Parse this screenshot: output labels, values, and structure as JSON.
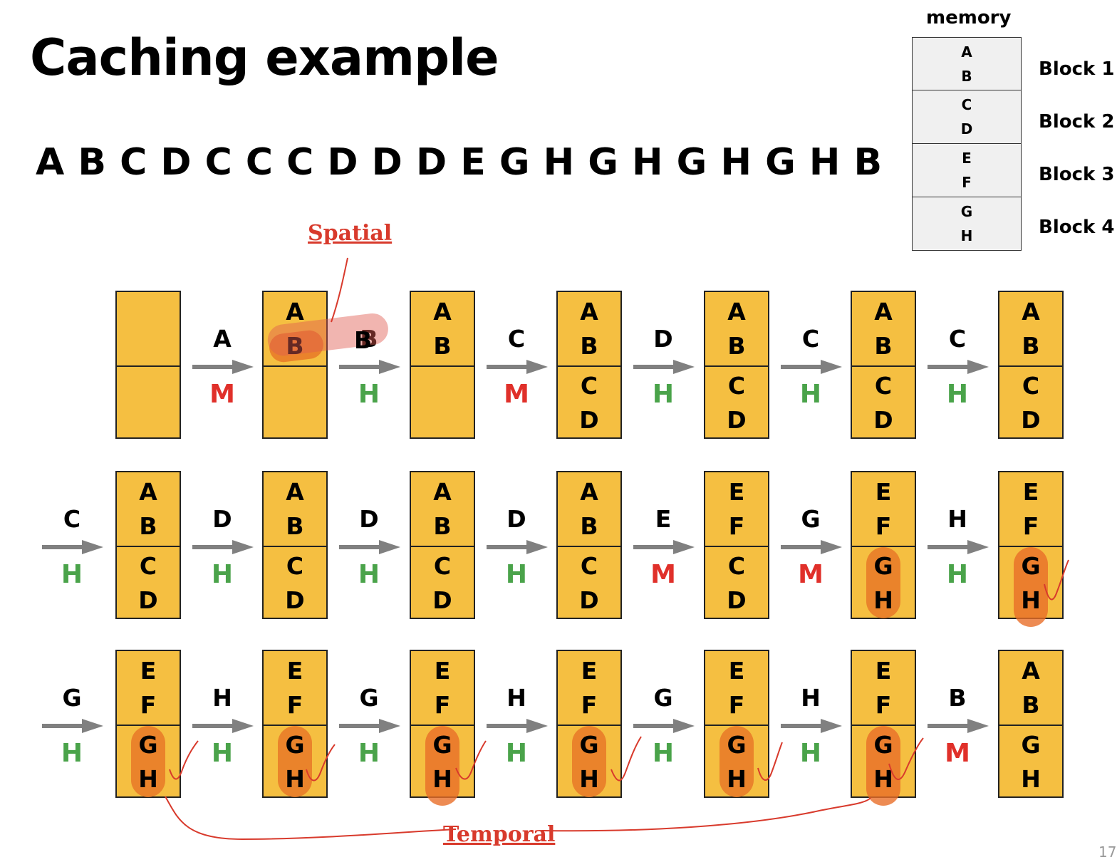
{
  "title": "Caching example",
  "sequence": "A B C D C C C D D D E G H G H G H G H B",
  "memory": {
    "label": "memory",
    "cells": [
      [
        "A",
        "B"
      ],
      [
        "C",
        "D"
      ],
      [
        "E",
        "F"
      ],
      [
        "G",
        "H"
      ]
    ],
    "blocks": [
      "Block 1",
      "Block 2",
      "Block 3",
      "Block 4"
    ]
  },
  "annotations": {
    "spatial": "Spatial",
    "temporal": "Temporal"
  },
  "colors": {
    "cache": "#f5bf41",
    "miss": "#e0302a",
    "hit": "#4aa34a",
    "highlight": "#e8782a",
    "annotation": "#d83a2c",
    "arrow": "#808080"
  },
  "page_number": "17",
  "rows": [
    {
      "caches": [
        [
          "",
          "",
          "",
          ""
        ],
        [
          "A",
          "B",
          "",
          ""
        ],
        [
          "A",
          "B",
          "",
          ""
        ],
        [
          "A",
          "B",
          "C",
          "D"
        ],
        [
          "A",
          "B",
          "C",
          "D"
        ],
        [
          "A",
          "B",
          "C",
          "D"
        ],
        [
          "A",
          "B",
          "C",
          "D"
        ]
      ],
      "steps": [
        {
          "access": "A",
          "result": "M"
        },
        {
          "access": "B",
          "result": "H"
        },
        {
          "access": "C",
          "result": "M"
        },
        {
          "access": "D",
          "result": "H"
        },
        {
          "access": "C",
          "result": "H"
        },
        {
          "access": "C",
          "result": "H"
        }
      ]
    },
    {
      "lead": {
        "access": "C",
        "result": "H"
      },
      "caches": [
        [
          "A",
          "B",
          "C",
          "D"
        ],
        [
          "A",
          "B",
          "C",
          "D"
        ],
        [
          "A",
          "B",
          "C",
          "D"
        ],
        [
          "A",
          "B",
          "C",
          "D"
        ],
        [
          "E",
          "F",
          "C",
          "D"
        ],
        [
          "E",
          "F",
          "G",
          "H"
        ],
        [
          "E",
          "F",
          "G",
          "H"
        ]
      ],
      "steps": [
        {
          "access": "D",
          "result": "H"
        },
        {
          "access": "D",
          "result": "H"
        },
        {
          "access": "D",
          "result": "H"
        },
        {
          "access": "E",
          "result": "M"
        },
        {
          "access": "G",
          "result": "M"
        },
        {
          "access": "H",
          "result": "H"
        }
      ]
    },
    {
      "lead": {
        "access": "G",
        "result": "H"
      },
      "caches": [
        [
          "E",
          "F",
          "G",
          "H"
        ],
        [
          "E",
          "F",
          "G",
          "H"
        ],
        [
          "E",
          "F",
          "G",
          "H"
        ],
        [
          "E",
          "F",
          "G",
          "H"
        ],
        [
          "E",
          "F",
          "G",
          "H"
        ],
        [
          "E",
          "F",
          "G",
          "H"
        ],
        [
          "A",
          "B",
          "G",
          "H"
        ]
      ],
      "steps": [
        {
          "access": "H",
          "result": "H"
        },
        {
          "access": "G",
          "result": "H"
        },
        {
          "access": "H",
          "result": "H"
        },
        {
          "access": "G",
          "result": "H"
        },
        {
          "access": "H",
          "result": "H"
        },
        {
          "access": "B",
          "result": "M"
        }
      ]
    }
  ]
}
